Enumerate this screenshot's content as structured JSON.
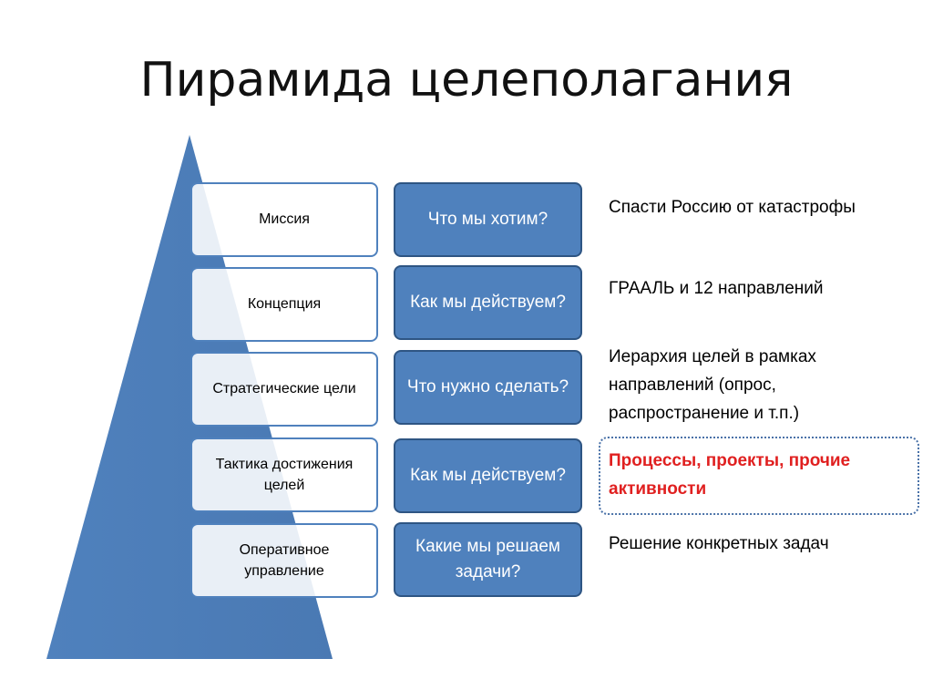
{
  "title": "Пирамида целеполагания",
  "colors": {
    "pyramid_fill": "#4f81bd",
    "question_fill": "#4f81bd",
    "question_border": "#2e5583",
    "level_border": "#4f81bd",
    "highlight_text": "#e02020"
  },
  "rows": [
    {
      "level": "Миссия",
      "question": "Что мы хотим?",
      "answer": "Спасти Россию от катастрофы",
      "highlighted": false
    },
    {
      "level": "Концепция",
      "question": "Как мы действуем?",
      "answer": "ГРААЛЬ и 12 направлений",
      "highlighted": false
    },
    {
      "level": "Стратегические цели",
      "question": "Что нужно сделать?",
      "answer": "Иерархия целей в рамках направлений (опрос, распространение и т.п.)",
      "highlighted": false
    },
    {
      "level": "Тактика достижения целей",
      "question": "Как мы действуем?",
      "answer": "Процессы, проекты, прочие активности",
      "highlighted": true
    },
    {
      "level": "Оперативное управление",
      "question": "Какие мы решаем задачи?",
      "answer": "Решение конкретных задач",
      "highlighted": false
    }
  ]
}
